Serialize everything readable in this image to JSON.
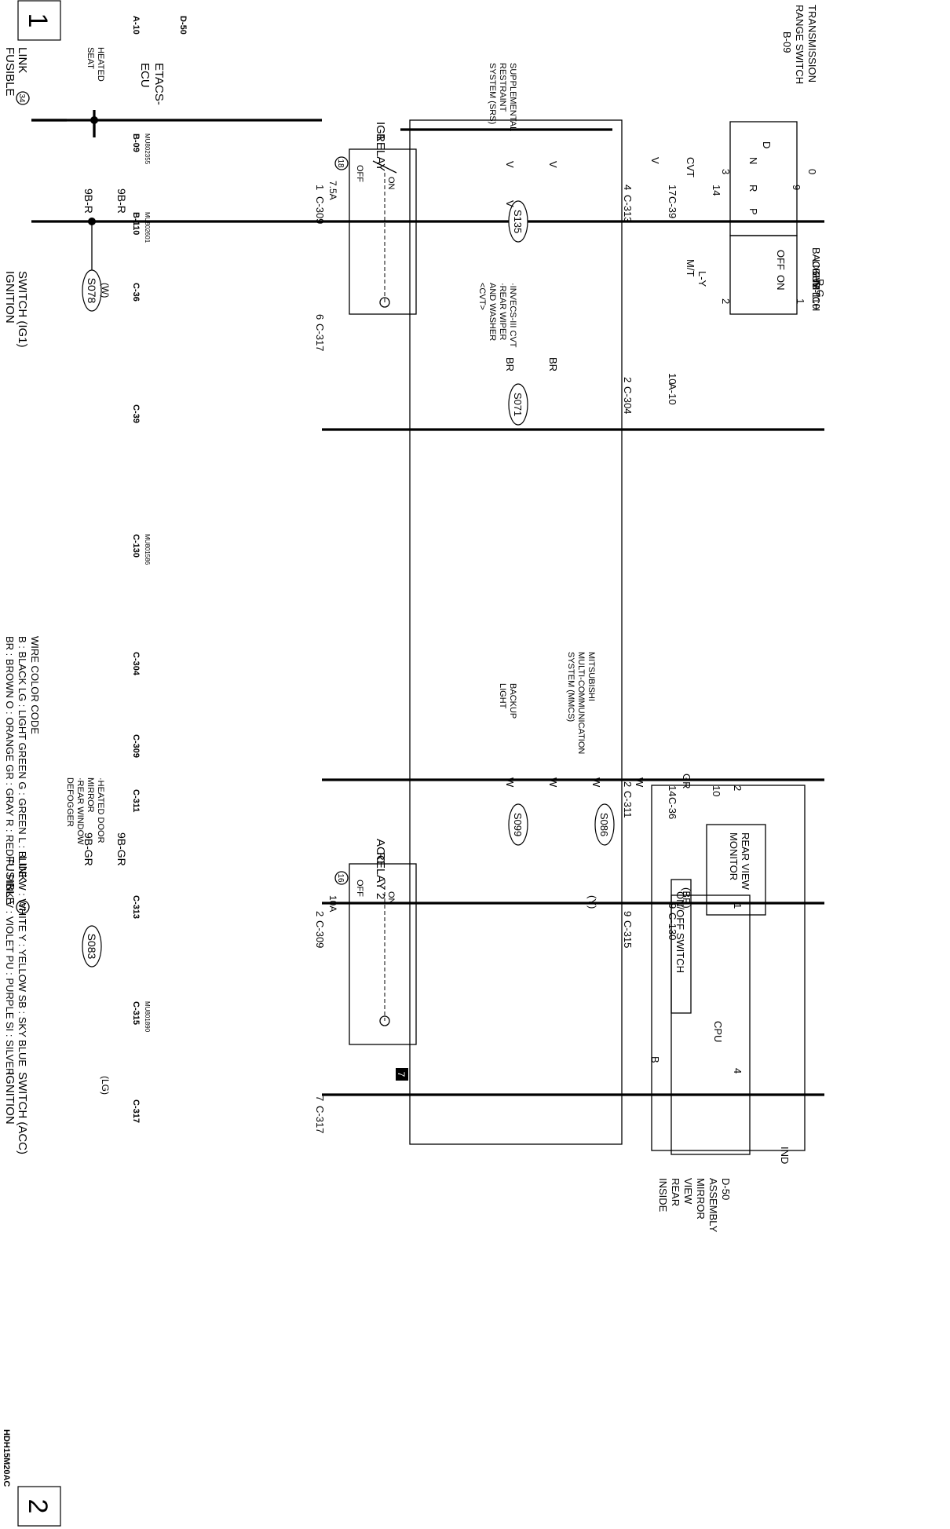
{
  "page_numbers": {
    "left": "1",
    "right": "2"
  },
  "footer_code": "HDH15M20AC",
  "ecu": {
    "name_line1": "ETACS-",
    "name_line2": "ECU"
  },
  "ig1_relay": {
    "name_line1": "IG1",
    "name_line2": "RELAY",
    "off": "OFF",
    "on": "ON",
    "fuse_num": "18",
    "fuse_rating": "7.5A"
  },
  "acc_relay": {
    "name_line1": "ACC",
    "name_line2": "RELAY 2",
    "off": "OFF",
    "on": "ON",
    "fuse_num": "16",
    "fuse_rating": "10A"
  },
  "fusible_link_34": {
    "line1": "FUSIBLE",
    "line2": "LINK",
    "num": "34"
  },
  "fusible_link_37": {
    "line1": "FUSIBLE",
    "line2": "LINK",
    "num": "37"
  },
  "ignition_ig1": {
    "line1": "IGNITION",
    "line2": "SWITCH (IG1)",
    "wire": "(W)"
  },
  "ignition_acc": {
    "line1": "IGNITION",
    "line2": "SWITCH (ACC)",
    "wire": "(LG)"
  },
  "heated_seat": {
    "line1": "HEATED",
    "line2": "SEAT"
  },
  "heated_door": {
    "line1": "·HEATED DOOR",
    "line2": "MIRROR",
    "line3": "·REAR WINDOW",
    "line4": "DEFOGGER"
  },
  "srs": {
    "line1": "SUPPLEMENTAL",
    "line2": "RESTRAINT",
    "line3": "SYSTEM (SRS)"
  },
  "invecs": {
    "line1": "·INVECS-III CVT",
    "line2": "·REAR WIPER",
    "line3": "AND WASHER",
    "line4": "<CVT>"
  },
  "backup_light": {
    "line1": "BACKUP",
    "line2": "LIGHT"
  },
  "mmcs": {
    "line1": "MITSUBISHI",
    "line2": "MULTI-COMMUNICATION",
    "line3": "SYSTEM (MMCS)"
  },
  "tr_switch": {
    "line1": "TRANSMISSION",
    "line2": "RANGE SWITCH",
    "id": "B-09",
    "D": "D",
    "N": "N",
    "R": "R",
    "P": "P"
  },
  "backup_switch": {
    "line1": "BACKUP",
    "line2": "LIGHT",
    "line3": "SWITCH",
    "id": "B-110",
    "off": "OFF",
    "on": "ON"
  },
  "mirror": {
    "line1": "INSIDE",
    "line2": "REAR",
    "line3": "VIEW",
    "line4": "MIRROR",
    "line5": "ASSEMBLY",
    "id": "D-50",
    "monitor1": "REAR VIEW",
    "monitor2": "MONITOR",
    "switch": "ON/OFF SWITCH",
    "cpu": "CPU",
    "ind": "IND"
  },
  "trans": {
    "cvt": "CVT",
    "mt": "M/T"
  },
  "splices": {
    "s078": "S078",
    "s083": "S083",
    "s135": "S135",
    "s071": "S071",
    "s099": "S099",
    "s086": "S086"
  },
  "ground": "7",
  "pins": {
    "p1": "1",
    "c309a": "C-309",
    "p2a": "2",
    "c309b": "C-309",
    "p6": "6",
    "c317a": "C-317",
    "p7": "7",
    "c317b": "C-317",
    "p4": "4",
    "c313": "C-313",
    "p2b": "2",
    "c304": "C-304",
    "p2c": "2",
    "c311": "C-311",
    "p9a": "9",
    "c315": "C-315",
    "p17": "17",
    "c39": "C-39",
    "p10a": "10",
    "a10": "A-10",
    "p14a": "14",
    "c36": "C-36",
    "p9b": "9",
    "c130": "C-130",
    "p14b": "14",
    "p10b": "10",
    "mp2": "2",
    "mp1": "1",
    "mp4": "4",
    "tr3": "3",
    "tr9": "9",
    "tr0": "0",
    "bk2": "2",
    "bk1": "1"
  },
  "wires": {
    "w9br1": "9B-R",
    "w9br2": "9B-R",
    "w9bgr1": "9B-GR",
    "w9bgr2": "9B-GR",
    "v1": "V",
    "v2": "V",
    "v3": "V",
    "v4": "V",
    "br1": "BR",
    "br2": "BR",
    "w1": "W",
    "w2": "W",
    "w3": "W",
    "w4": "W",
    "gr": "GR",
    "y": "(Y)",
    "brp": "(BR)",
    "b": "B",
    "ly": "L-Y",
    "rg": "R-G"
  },
  "connectors": {
    "a10": {
      "id": "A-10"
    },
    "d50": {
      "id": "D-50"
    },
    "b09": {
      "id": "B-09",
      "part": "MU802355"
    },
    "b110": {
      "id": "B-110",
      "part": "MU802601"
    },
    "c36": {
      "id": "C-36"
    },
    "c39": {
      "id": "C-39"
    },
    "c130": {
      "id": "C-130",
      "part": "MU801586"
    },
    "c304": {
      "id": "C-304"
    },
    "c309": {
      "id": "C-309"
    },
    "c311": {
      "id": "C-311"
    },
    "c313": {
      "id": "C-313"
    },
    "c315": {
      "id": "C-315",
      "part": "MU801890"
    },
    "c317": {
      "id": "C-317"
    }
  },
  "color_code": {
    "title": "WIRE COLOR CODE",
    "row1": "B : BLACK    LG : LIGHT GREEN    G : GREEN    L : BLUE    W : WHITE    Y : YELLOW    SB : SKY BLUE",
    "row2": "BR : BROWN    O : ORANGE    GR : GRAY    R : RED    P : PINK    V : VIOLET    PU : PURPLE    SI : SILVER"
  }
}
